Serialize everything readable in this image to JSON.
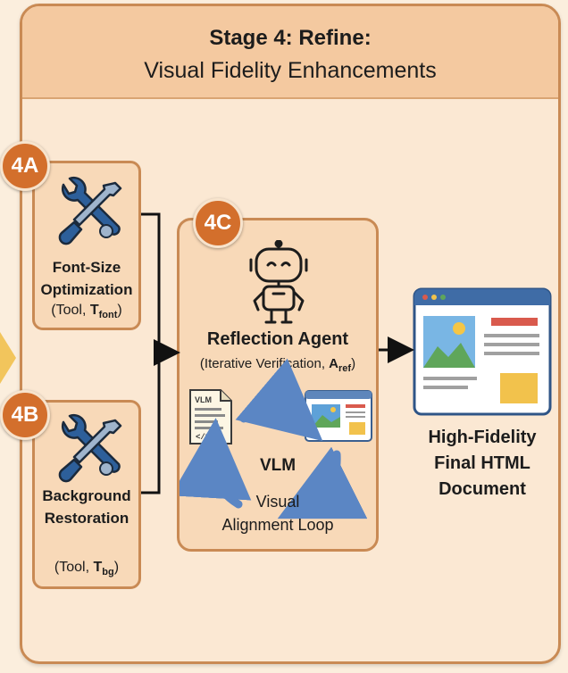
{
  "stage": {
    "title": "Stage 4: Refine:",
    "subtitle": "Visual Fidelity Enhancements"
  },
  "tools": [
    {
      "badge": "4A",
      "label_line1": "Font-Size",
      "label_line2": "Optimization",
      "sub_prefix": "(Tool, ",
      "sub_symbol": "T",
      "sub_subscript": "font",
      "sub_suffix": ")"
    },
    {
      "badge": "4B",
      "label_line1": "Background",
      "label_line2": "Restoration",
      "sub_prefix": "(Tool, ",
      "sub_symbol": "T",
      "sub_subscript": "bg",
      "sub_suffix": ")"
    }
  ],
  "agent": {
    "badge": "4C",
    "title": "Reflection Agent",
    "sub_prefix": "(Iterative Verification, ",
    "sub_symbol": "A",
    "sub_subscript": "ref",
    "sub_suffix": ")",
    "doc_text": "VLM",
    "code_text": "</>",
    "vlm_label": "VLM",
    "loop_line1": "Visual",
    "loop_line2": "Alignment Loop"
  },
  "output": {
    "line1": "High-Fidelity",
    "line2": "Final HTML",
    "line3": "Document"
  },
  "colors": {
    "badge": "#d36f2c",
    "box_border": "#c98a54",
    "box_fill": "#f8d9b8",
    "header_fill": "#f4c9a0",
    "tool_icon": "#2d5f9a",
    "loop_arrow": "#5b86c4",
    "chevron": "#f2c55c"
  },
  "icons": [
    "wrench-screwdriver-icon",
    "robot-icon",
    "document-icon",
    "webpage-icon",
    "browser-window-icon"
  ]
}
